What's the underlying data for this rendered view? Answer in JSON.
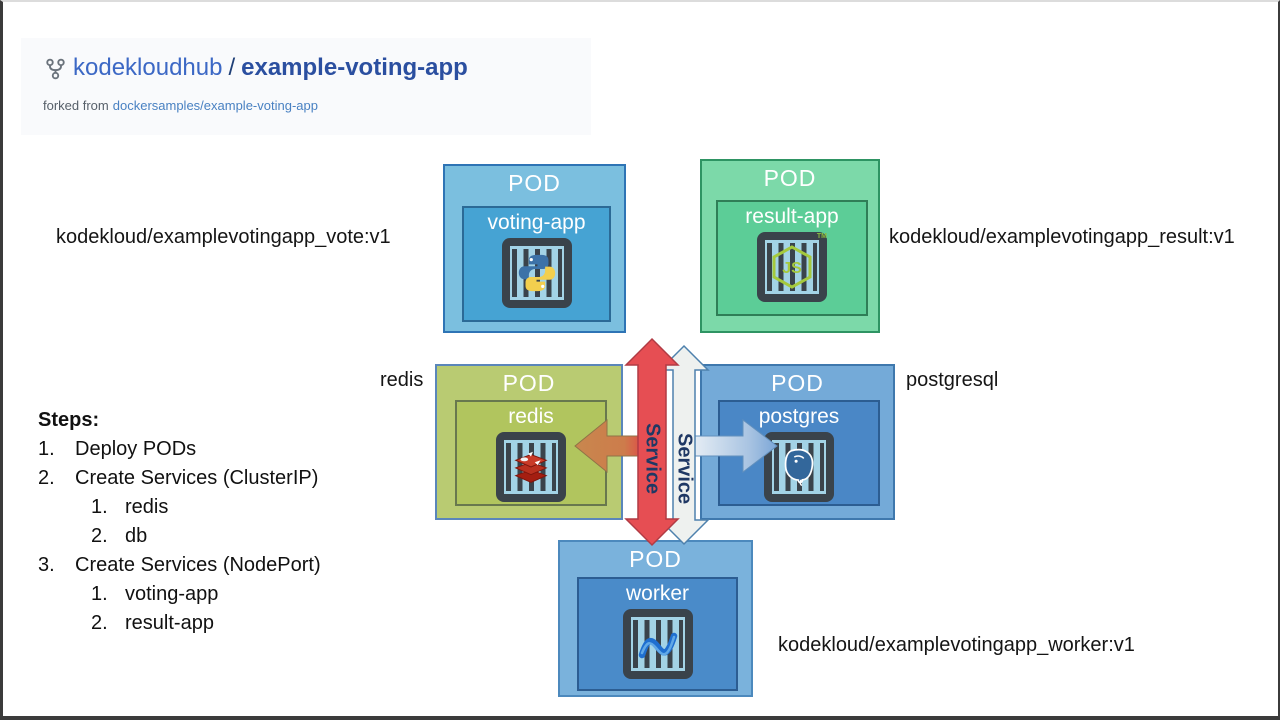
{
  "repo_header": {
    "owner": "kodekloudhub",
    "separator": "/",
    "repo_name": "example-voting-app",
    "forked_from_prefix": "forked from",
    "forked_from_link": "dockersamples/example-voting-app"
  },
  "steps": {
    "title": "Steps:",
    "items": [
      {
        "num": "1.",
        "label": "Deploy PODs"
      },
      {
        "num": "2.",
        "label": "Create Services (ClusterIP)"
      },
      {
        "num": "1.",
        "label": "redis"
      },
      {
        "num": "2.",
        "label": "db"
      },
      {
        "num": "3.",
        "label": "Create Services (NodePort)"
      },
      {
        "num": "1.",
        "label": "voting-app"
      },
      {
        "num": "2.",
        "label": "result-app"
      }
    ]
  },
  "pods": {
    "voting": {
      "pod_label": "POD",
      "name": "voting-app"
    },
    "result": {
      "pod_label": "POD",
      "name": "result-app"
    },
    "redis": {
      "pod_label": "POD",
      "name": "redis"
    },
    "postgres": {
      "pod_label": "POD",
      "name": "postgres"
    },
    "worker": {
      "pod_label": "POD",
      "name": "worker"
    }
  },
  "image_labels": {
    "vote": "kodekloud/examplevotingapp_vote:v1",
    "result": "kodekloud/examplevotingapp_result:v1",
    "redis": "redis",
    "postgresql": "postgresql",
    "worker": "kodekloud/examplevotingapp_worker:v1"
  },
  "services": {
    "redis_service_label": "Service",
    "db_service_label": "Service"
  },
  "icons": {
    "nodejs_text": "JS",
    "nodejs_tm": "TM"
  },
  "colors": {
    "red_service_arrow": "#e64e53",
    "white_service_arrow": "#eef1ef",
    "redis_link_arrow": "#c5854d",
    "db_link_arrow": "#7ba6d7",
    "voting_pod": "#7bbfdf",
    "result_pod": "#7cd9a9",
    "redis_pod": "#b9cb72",
    "postgres_pod": "#74aad8",
    "worker_pod": "#7ab2dc",
    "service_text": "#1f3864"
  }
}
